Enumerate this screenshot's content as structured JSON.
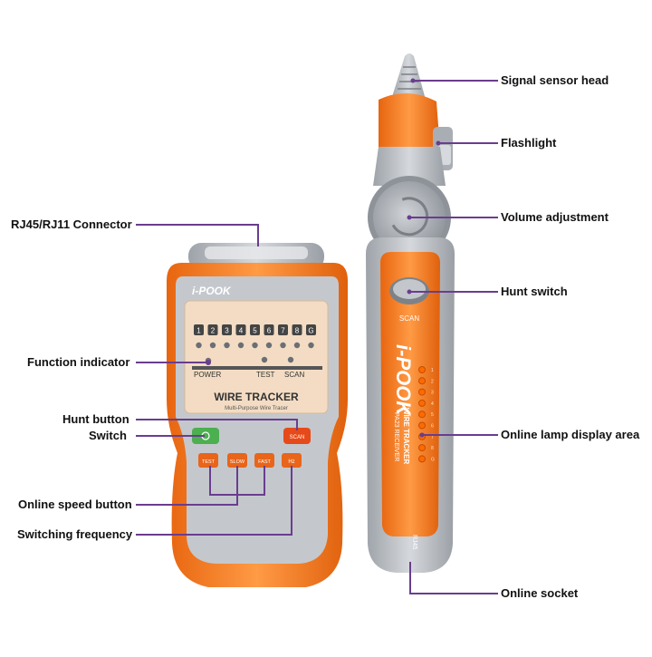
{
  "callouts_right": [
    {
      "id": "signal-sensor-head",
      "text": "Signal sensor head"
    },
    {
      "id": "flashlight",
      "text": "Flashlight"
    },
    {
      "id": "volume-adjustment",
      "text": "Volume adjustment"
    },
    {
      "id": "hunt-switch",
      "text": "Hunt switch"
    },
    {
      "id": "online-lamp-display-area",
      "text": "Online lamp display area"
    },
    {
      "id": "online-socket",
      "text": "Online socket"
    }
  ],
  "callouts_left": [
    {
      "id": "rj45-rj11-connector",
      "text": "RJ45/RJ11 Connector"
    },
    {
      "id": "function-indicator",
      "text": "Function indicator"
    },
    {
      "id": "hunt-button",
      "text": "Hunt button"
    },
    {
      "id": "switch",
      "text": "Switch"
    },
    {
      "id": "online-speed-button",
      "text": "Online speed button"
    },
    {
      "id": "switching-frequency",
      "text": "Switching frequency"
    }
  ],
  "transmitter": {
    "brand": "i-POOK",
    "title": "WIRE TRACKER",
    "subtitle": "Multi-Purpose Wire Tracer",
    "led_numbers": [
      "1",
      "2",
      "3",
      "4",
      "5",
      "6",
      "7",
      "8",
      "G"
    ],
    "status_labels": {
      "power": "POWER",
      "test": "TEST",
      "scan": "SCAN"
    },
    "buttons": {
      "scan": "SCAN",
      "test": "TEST",
      "slow": "SLOW",
      "fast": "FAST",
      "hz": "Hz"
    }
  },
  "receiver": {
    "brand": "i-POOK",
    "title": "WIRE TRACKER",
    "model": "PA23 RECEIVER",
    "scan_label": "SCAN",
    "socket_label": "RJ45",
    "lamp_labels": [
      "1",
      "2",
      "3",
      "4",
      "5",
      "6",
      "7",
      "8",
      "G"
    ]
  },
  "colors": {
    "orange": "#f47b20",
    "grey_body": "#b9bdc3",
    "panel": "#f3dcc3",
    "leader_line": "#6a3d8f",
    "text": "#111111"
  }
}
